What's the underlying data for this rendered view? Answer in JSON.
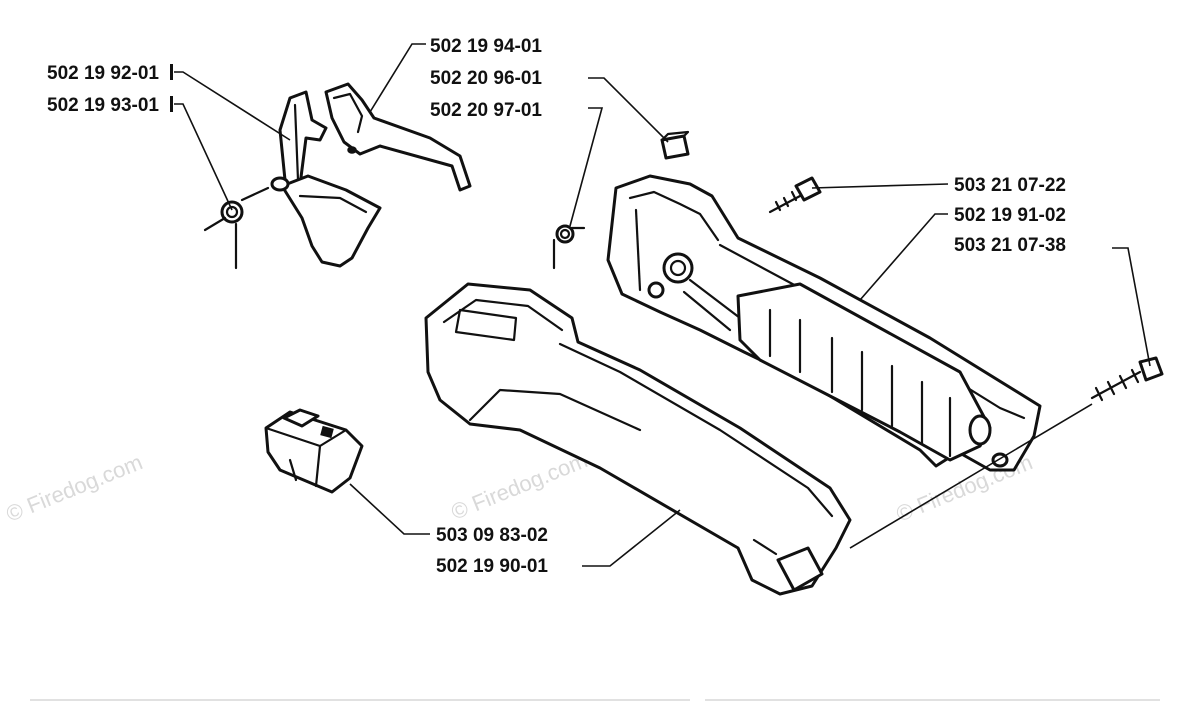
{
  "labels": {
    "p1": "502 19 92-01",
    "p2": "502 19 93-01",
    "p3": "502 19 94-01",
    "p4": "502 20 96-01",
    "p5": "502 20 97-01",
    "p6": "503 21 07-22",
    "p7": "502 19 91-02",
    "p8": "503 21 07-38",
    "p9": "503 09 83-02",
    "p10": "502 19 90-01"
  },
  "watermarks": {
    "w1": "© Firedog.com",
    "w2": "© Firedog.com",
    "w3": "© Firedog.com"
  }
}
